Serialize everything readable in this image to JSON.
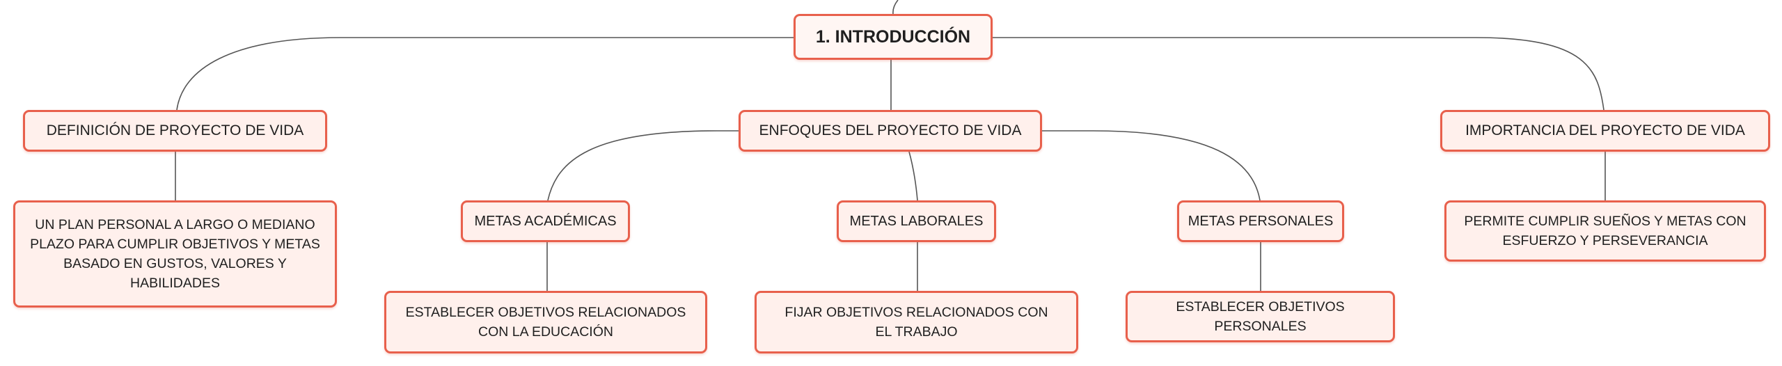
{
  "root": {
    "label": "1. INTRODUCCIÓN"
  },
  "branches": {
    "definicion": {
      "label": "DEFINICIÓN DE PROYECTO DE VIDA",
      "detail": "UN PLAN PERSONAL A LARGO O MEDIANO PLAZO PARA CUMPLIR OBJETIVOS Y METAS BASADO EN GUSTOS, VALORES Y HABILIDADES"
    },
    "enfoques": {
      "label": "ENFOQUES DEL PROYECTO DE VIDA",
      "academicas": {
        "label": "METAS ACADÉMICAS",
        "detail": "ESTABLECER OBJETIVOS RELACIONADOS CON LA EDUCACIÓN"
      },
      "laborales": {
        "label": "METAS LABORALES",
        "detail": "FIJAR OBJETIVOS RELACIONADOS CON EL TRABAJO"
      },
      "personales": {
        "label": "METAS PERSONALES",
        "detail": "ESTABLECER OBJETIVOS PERSONALES"
      }
    },
    "importancia": {
      "label": "IMPORTANCIA DEL PROYECTO DE VIDA",
      "detail": "PERMITE CUMPLIR SUEÑOS Y METAS CON ESFUERZO Y PERSEVERANCIA"
    }
  },
  "colors": {
    "border": "#e8604c",
    "fill": "#fff0ec",
    "connector": "#555555"
  }
}
